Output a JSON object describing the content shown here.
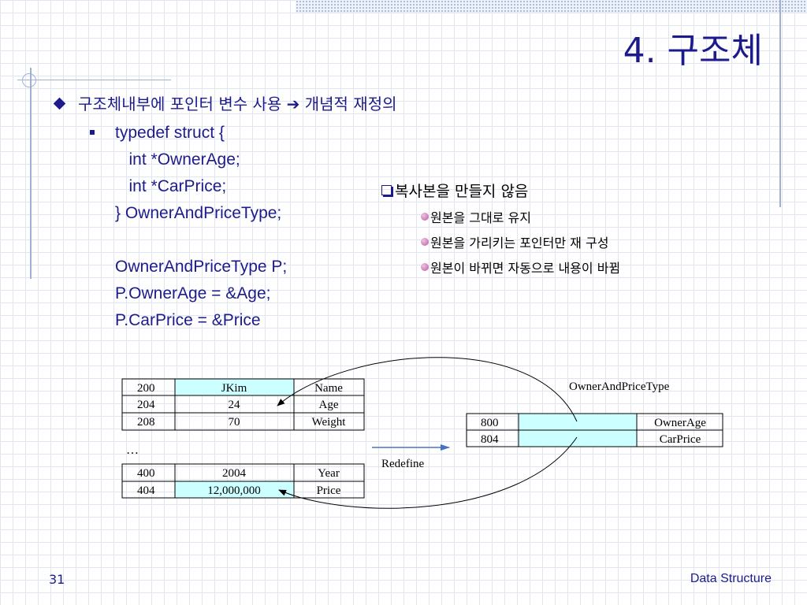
{
  "slide": {
    "title": "4. 구조체",
    "bullet1": "구조체내부에 포인터 변수 사용 ➔ 개념적 재정의",
    "code": "typedef struct {\n   int *OwnerAge;\n   int *CarPrice;\n} OwnerAndPriceType;\n\nOwnerAndPriceType P;\nP.OwnerAge = &Age;\nP.CarPrice = &Price",
    "note_title": "복사본을  만들지  않음",
    "note_items": [
      "원본을  그대로  유지",
      "원본을  가리키는  포인터만  재  구성",
      "원본이  바뀌면  자동으로  내용이  바뀜"
    ],
    "page_number": "31",
    "footer": "Data Structure"
  },
  "diagram": {
    "memory_table1": [
      {
        "addr": "200",
        "value": "JKim",
        "name": "Name"
      },
      {
        "addr": "204",
        "value": "24",
        "name": "Age"
      },
      {
        "addr": "208",
        "value": "70",
        "name": "Weight"
      }
    ],
    "ellipsis": "…",
    "memory_table2": [
      {
        "addr": "400",
        "value": "2004",
        "name": "Year"
      },
      {
        "addr": "404",
        "value": "12,000,000",
        "name": "Price"
      }
    ],
    "redefine_label": "Redefine",
    "struct_label": "OwnerAndPriceType",
    "struct_table": [
      {
        "addr": "800",
        "value": "",
        "name": "OwnerAge"
      },
      {
        "addr": "804",
        "value": "",
        "name": "CarPrice"
      }
    ]
  },
  "colors": {
    "title": "#1d1b8c",
    "cell_highlight": "#ccffff",
    "grid": "#dfe6f2"
  }
}
